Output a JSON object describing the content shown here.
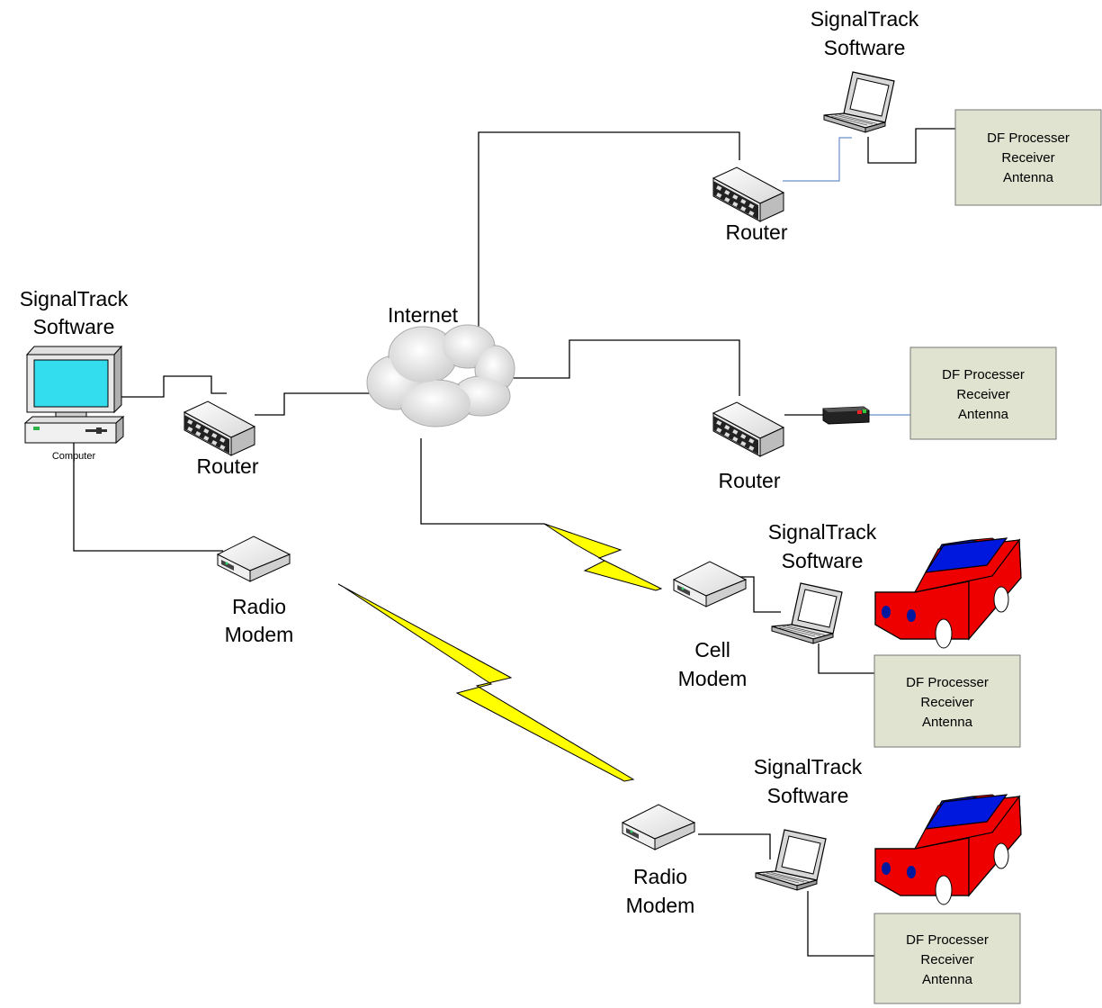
{
  "labels": {
    "software_top": [
      "SignalTrack",
      "Software"
    ],
    "software_left": [
      "SignalTrack",
      "Software"
    ],
    "software_cell": [
      "SignalTrack",
      "Software"
    ],
    "software_bottom": [
      "SignalTrack",
      "Software"
    ],
    "internet": "Internet",
    "router_left": "Router",
    "router_top": "Router",
    "router_mid": "Router",
    "computer": "Computer",
    "radio_modem_left": [
      "Radio",
      "Modem"
    ],
    "radio_modem_bottom": [
      "Radio",
      "Modem"
    ],
    "cell_modem": [
      "Cell",
      "Modem"
    ]
  },
  "df_boxes": {
    "top": [
      "DF Processer",
      "Receiver",
      "Antenna"
    ],
    "mid": [
      "DF Processer",
      "Receiver",
      "Antenna"
    ],
    "cell": [
      "DF Processer",
      "Receiver",
      "Antenna"
    ],
    "bottom": [
      "DF Processer",
      "Receiver",
      "Antenna"
    ]
  },
  "colors": {
    "df_box_fill": "#dfe3cf",
    "lightning": "#ffff00",
    "car_body": "#ee0000",
    "car_roof": "#0018dd",
    "monitor_screen": "#33ddee",
    "cloud": "#dedede"
  }
}
